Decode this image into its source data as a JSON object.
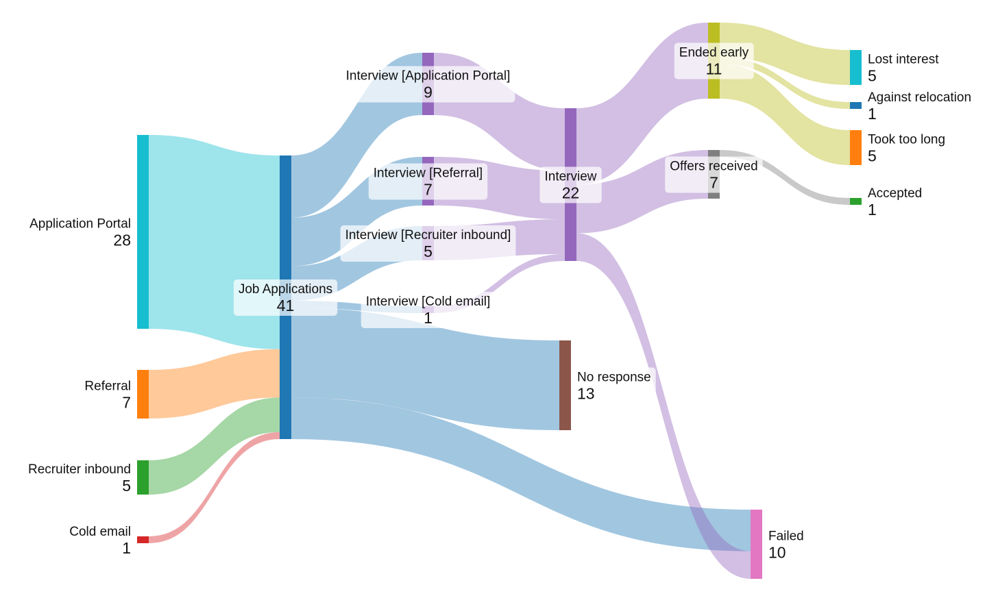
{
  "chart_data": {
    "type": "sankey",
    "nodes": [
      {
        "id": "app",
        "name": "Application Portal",
        "value": "28",
        "color": "#17becf"
      },
      {
        "id": "ref",
        "name": "Referral",
        "value": "7",
        "color": "#ff7f0e"
      },
      {
        "id": "rec",
        "name": "Recruiter inbound",
        "value": "5",
        "color": "#2ca02c"
      },
      {
        "id": "cold",
        "name": "Cold email",
        "value": "1",
        "color": "#d62728"
      },
      {
        "id": "job",
        "name": "Job Applications",
        "value": "41",
        "color": "#1f77b4"
      },
      {
        "id": "iapp",
        "name": "Interview [Application Portal]",
        "value": "9",
        "color": "#9467bd"
      },
      {
        "id": "iref",
        "name": "Interview [Referral]",
        "value": "7",
        "color": "#9467bd"
      },
      {
        "id": "irec",
        "name": "Interview [Recruiter inbound]",
        "value": "5",
        "color": "#9467bd"
      },
      {
        "id": "icold",
        "name": "Interview [Cold email]",
        "value": "1",
        "color": "#9467bd"
      },
      {
        "id": "noresp",
        "name": "No response",
        "value": "13",
        "color": "#8c564b"
      },
      {
        "id": "int",
        "name": "Interview",
        "value": "22",
        "color": "#9467bd"
      },
      {
        "id": "ended",
        "name": "Ended early",
        "value": "11",
        "color": "#bcbd22"
      },
      {
        "id": "offers",
        "name": "Offers received",
        "value": "7",
        "color": "#7f7f7f"
      },
      {
        "id": "failed",
        "name": "Failed",
        "value": "10",
        "color": "#e377c2"
      },
      {
        "id": "lost",
        "name": "Lost interest",
        "value": "5",
        "color": "#17becf"
      },
      {
        "id": "against",
        "name": "Against relocation",
        "value": "1",
        "color": "#1f77b4"
      },
      {
        "id": "took",
        "name": "Took too long",
        "value": "5",
        "color": "#ff7f0e"
      },
      {
        "id": "acc",
        "name": "Accepted",
        "value": "1",
        "color": "#2ca02c"
      }
    ],
    "links": [
      {
        "source": "app",
        "target": "job",
        "value": 28
      },
      {
        "source": "ref",
        "target": "job",
        "value": 7
      },
      {
        "source": "rec",
        "target": "job",
        "value": 5
      },
      {
        "source": "cold",
        "target": "job",
        "value": 1
      },
      {
        "source": "job",
        "target": "iapp",
        "value": 9
      },
      {
        "source": "job",
        "target": "iref",
        "value": 7
      },
      {
        "source": "job",
        "target": "irec",
        "value": 5
      },
      {
        "source": "job",
        "target": "icold",
        "value": 1
      },
      {
        "source": "job",
        "target": "noresp",
        "value": 13
      },
      {
        "source": "job",
        "target": "failed",
        "value": 6
      },
      {
        "source": "iapp",
        "target": "int",
        "value": 9
      },
      {
        "source": "iref",
        "target": "int",
        "value": 7
      },
      {
        "source": "irec",
        "target": "int",
        "value": 5
      },
      {
        "source": "icold",
        "target": "int",
        "value": 1
      },
      {
        "source": "int",
        "target": "ended",
        "value": 11
      },
      {
        "source": "int",
        "target": "offers",
        "value": 7
      },
      {
        "source": "int",
        "target": "failed",
        "value": 4
      },
      {
        "source": "ended",
        "target": "lost",
        "value": 5
      },
      {
        "source": "ended",
        "target": "against",
        "value": 1
      },
      {
        "source": "ended",
        "target": "took",
        "value": 5
      },
      {
        "source": "offers",
        "target": "acc",
        "value": 1
      }
    ]
  }
}
